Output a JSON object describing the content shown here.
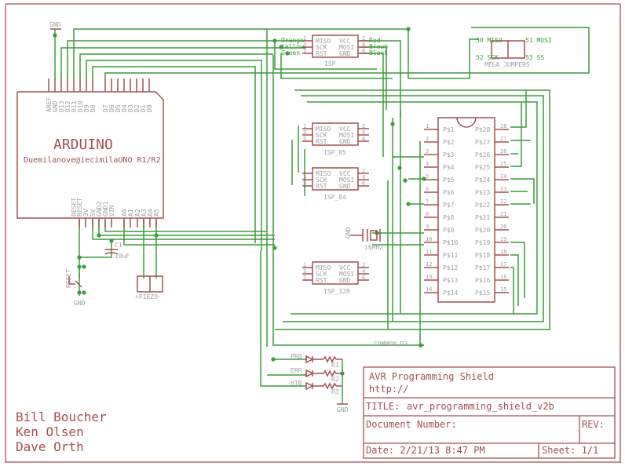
{
  "arduino": {
    "name": "ARDUINO",
    "subtitle": "Duemilanove@iecimilaUNO R1/R2",
    "top_pins": [
      "AREF",
      "GND",
      "D13",
      "D12",
      "D11",
      "D10",
      "D9",
      "D8",
      "D7",
      "D6",
      "D5",
      "D4",
      "D3",
      "D2",
      "D1",
      "D0"
    ],
    "bottom_pins": [
      "RESET",
      "RESET",
      "3V",
      "5V",
      "GND2",
      "GND1",
      "VIN",
      "A0",
      "A1",
      "A2",
      "A3",
      "A4",
      "A5"
    ]
  },
  "gnd_label": "GND",
  "isp": {
    "name": "ISP",
    "left_pins": [
      {
        "label": "MISO",
        "num": "1",
        "wire": "Orange"
      },
      {
        "label": "SCK",
        "num": "3",
        "wire": "Yellow"
      },
      {
        "label": "RST",
        "num": "5",
        "wire": "Green"
      }
    ],
    "right_pins": [
      {
        "label": "VCC",
        "num": "2",
        "wire": "Red"
      },
      {
        "label": "MOSI",
        "num": "4",
        "wire": "Brown"
      },
      {
        "label": "GND",
        "num": "6",
        "wire": "Black"
      }
    ]
  },
  "mega_jumpers": {
    "name": "MEGA_JUMPERS",
    "labels": [
      "50 MISO",
      "51 MOSI",
      "52 SCK",
      "53 SS"
    ],
    "pin_nums": [
      "1",
      "2",
      "2",
      "1"
    ]
  },
  "sockets": [
    {
      "name": "ISP_85"
    },
    {
      "name": "ISP_84"
    },
    {
      "name": "ISP_328"
    }
  ],
  "socket_pins": {
    "left": [
      {
        "label": "MISO",
        "num": "1"
      },
      {
        "label": "SCK",
        "num": "3"
      },
      {
        "label": "RST",
        "num": "5"
      }
    ],
    "right": [
      {
        "label": "VCC",
        "num": "2"
      },
      {
        "label": "MOSI",
        "num": "4"
      },
      {
        "label": "GND",
        "num": "6"
      }
    ]
  },
  "dip28": {
    "left": [
      "P$1",
      "P$2",
      "P$3",
      "P$4",
      "P$5",
      "P$6",
      "P$7",
      "P$8",
      "P$9",
      "P$10",
      "P$11",
      "P$12",
      "P$13",
      "P$14"
    ],
    "right": [
      "P$28",
      "P$27",
      "P$26",
      "P$25",
      "P$24",
      "P$23",
      "P$22",
      "P$21",
      "P$20",
      "P$19",
      "P$18",
      "P$17",
      "P$16",
      "P$15"
    ],
    "left_nums": [
      "1",
      "2",
      "3",
      "4",
      "5",
      "6",
      "7",
      "8",
      "9",
      "10",
      "11",
      "12",
      "13",
      "14"
    ],
    "right_nums": [
      "28",
      "27",
      "26",
      "25",
      "24",
      "23",
      "22",
      "21",
      "20",
      "19",
      "18",
      "17",
      "16",
      "15"
    ]
  },
  "crystal": {
    "label": "16MHZ",
    "gnd": "GND"
  },
  "capacitor": {
    "name": "C1",
    "value": "10uF"
  },
  "reset_button": {
    "label": "RESET",
    "gnd": "GND",
    "pins": [
      "3",
      "4",
      "1",
      "2"
    ]
  },
  "piezo": {
    "label": "+PIEZO-"
  },
  "leds": [
    {
      "label": "PRB",
      "resistor": "R1"
    },
    {
      "label": "ERR",
      "resistor": "R2"
    },
    {
      "label": "HTB",
      "resistor": "R3"
    }
  ],
  "led_gnd": "GND",
  "common_net": "COMMON_D3",
  "authors": [
    "Bill Boucher",
    "Ken Olsen",
    "Dave Orth"
  ],
  "title_block": {
    "project": "AVR Programming Shield",
    "url": "http://",
    "title_label": "TITLE:",
    "title_value": "avr_programming_shield_v2b",
    "doc_number": "Document Number:",
    "rev": "REV:",
    "date": "Date: 2/21/13 8:47 PM",
    "sheet": "Sheet: 1/1"
  }
}
